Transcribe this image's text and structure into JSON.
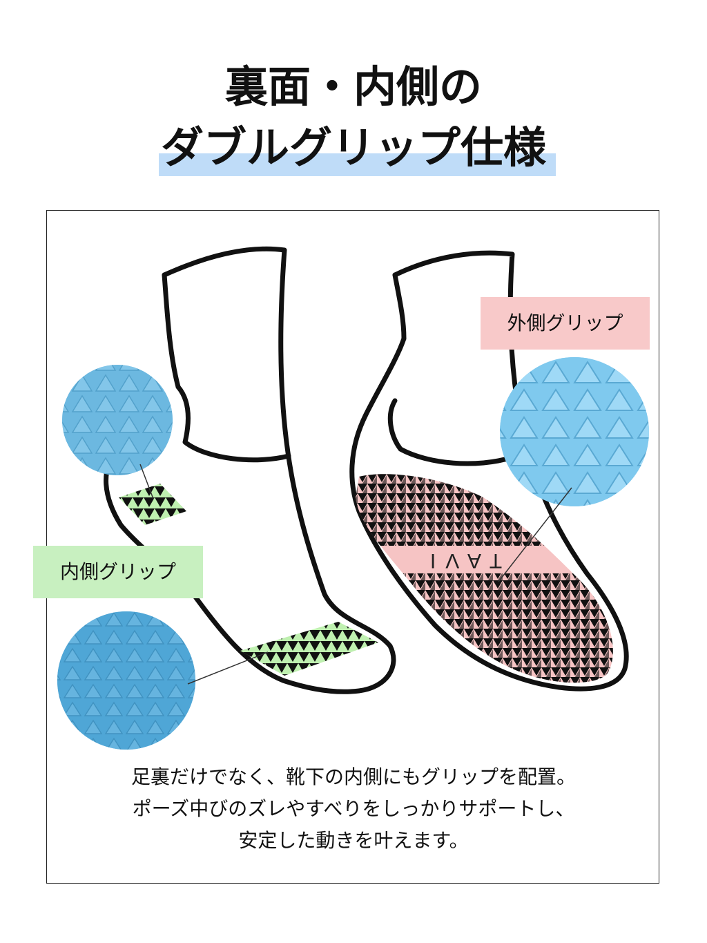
{
  "title": {
    "line1": "裏面・内側の",
    "line2": "ダブルグリップ仕様"
  },
  "labels": {
    "outer_grip": "外側グリップ",
    "inner_grip": "内側グリップ",
    "brand_on_sole": "TAVI"
  },
  "description": {
    "line1": "足裏だけでなく、靴下の内側にもグリップを配置。",
    "line2": "ポーズ中びのズレやすべりをしっかりサポートし、",
    "line3": "安定した動きを叶えます。"
  },
  "colors": {
    "title_highlight": "#bfdcf8",
    "outer_grip_tag": "#f8c9c9",
    "inner_grip_tag": "#c8f0c0",
    "sole_grip": "#f6c4c4",
    "inner_grip_patch": "#bff0b0",
    "closeup_blue": "#6cbde6",
    "outline": "#111111"
  },
  "icons": [
    "sock-side-view",
    "sock-sole-view",
    "grip-closeup"
  ]
}
